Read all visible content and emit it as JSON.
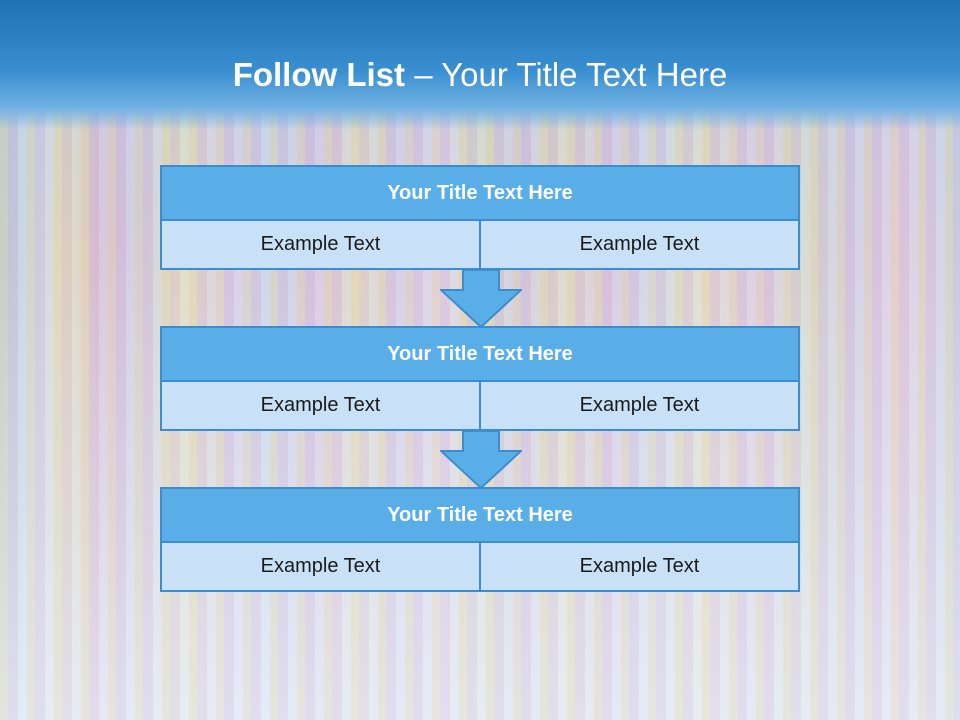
{
  "slide": {
    "title_bold": "Follow List",
    "title_separator": "–",
    "title_rest": "Your Title Text Here"
  },
  "blocks": [
    {
      "title": "Your Title Text Here",
      "left": "Example Text",
      "right": "Example Text"
    },
    {
      "title": "Your Title Text Here",
      "left": "Example Text",
      "right": "Example Text"
    },
    {
      "title": "Your Title Text Here",
      "left": "Example Text",
      "right": "Example Text"
    }
  ],
  "arrows": [
    {
      "icon": "arrow-down-icon"
    },
    {
      "icon": "arrow-down-icon"
    }
  ],
  "colors": {
    "header_blue": "#1f72b4",
    "block_title_fill": "#5aaee8",
    "block_border": "#3d8ccd",
    "cell_fill": "#c9e1f6"
  }
}
